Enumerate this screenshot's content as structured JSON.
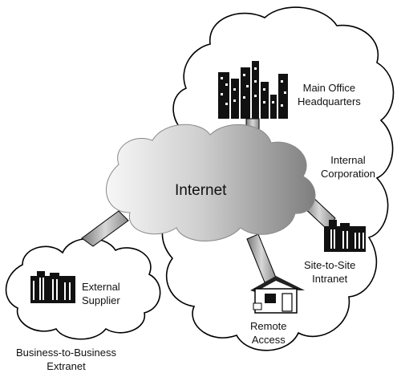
{
  "diagram": {
    "internet_label": "Internet",
    "main_office": {
      "line1": "Main Office",
      "line2": "Headquarters"
    },
    "internal_corp": {
      "line1": "Internal",
      "line2": "Corporation"
    },
    "site_to_site": {
      "line1": "Site-to-Site",
      "line2": "Intranet"
    },
    "remote_access": {
      "line1": "Remote",
      "line2": "Access"
    },
    "external_supplier": {
      "line1": "External",
      "line2": "Supplier"
    },
    "b2b_extranet": {
      "line1": "Business-to-Business",
      "line2": "Extranet"
    }
  }
}
